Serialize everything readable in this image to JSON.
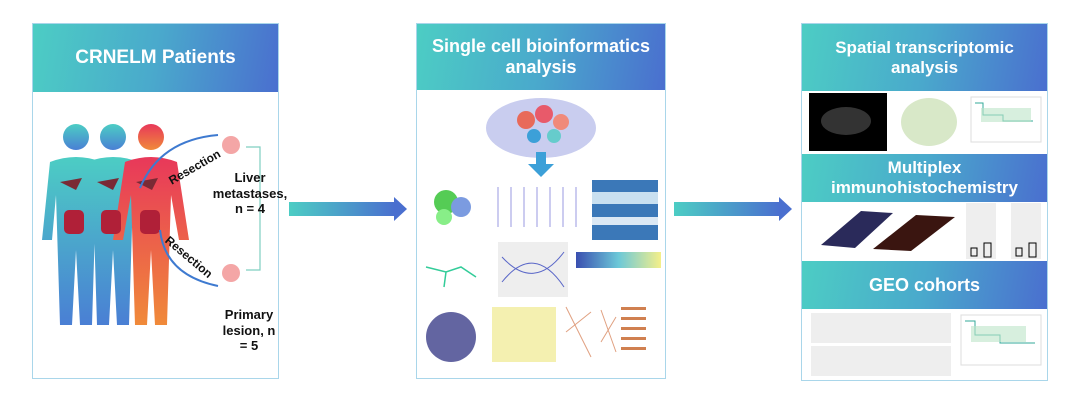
{
  "left_panel": {
    "title": "CRNELM Patients",
    "resection_top": "Resection",
    "resection_bottom": "Resection",
    "liver_label": "Liver metastases, n = 4",
    "primary_label": "Primary lesion, n = 5"
  },
  "middle_panel": {
    "title": "Single cell bioinformatics analysis"
  },
  "right_panel": {
    "spatial_title": "Spatial transcriptomic analysis",
    "mihc_title": "Multiplex immunohistochemistry",
    "geo_title": "GEO cohorts"
  },
  "colors": {
    "header_start": "#4ccdc4",
    "header_end": "#4a6fcf",
    "body_teal": "#4ccdc4",
    "body_red": "#e8385a",
    "tumor": "#f4a6a6"
  }
}
